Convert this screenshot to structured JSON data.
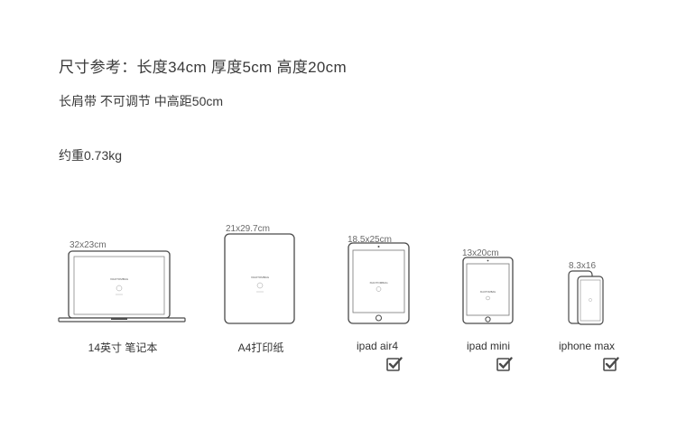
{
  "specs": {
    "size": "尺寸参考：长度34cm  厚度5cm  高度20cm",
    "strap": "长肩带 不可调节 中高距50cm",
    "weight": "约重0.73kg"
  },
  "devices": [
    {
      "id": "laptop",
      "dim": "32x23cm",
      "name": "14英寸 笔记本",
      "fits": false,
      "screen_brand": "XIAOTOMBAG"
    },
    {
      "id": "a4",
      "dim": "21x29.7cm",
      "name": "A4打印纸",
      "fits": false,
      "screen_brand": "XIAOTOMBAG"
    },
    {
      "id": "ipad-air4",
      "dim": "18.5x25cm",
      "name": "ipad air4",
      "fits": true,
      "screen_brand": "XIAOTOMBAG"
    },
    {
      "id": "ipad-mini",
      "dim": "13x20cm",
      "name": "ipad mini",
      "fits": true,
      "screen_brand": "XIAOTOMBAG"
    },
    {
      "id": "iphone-max",
      "dim": "8.3x16",
      "name": "iphone max",
      "fits": true,
      "screen_brand": ""
    }
  ],
  "colors": {
    "stroke": "#4a4a4a",
    "text": "#3a3a3a"
  },
  "icons": {
    "check": "checkbox-checked-icon"
  }
}
